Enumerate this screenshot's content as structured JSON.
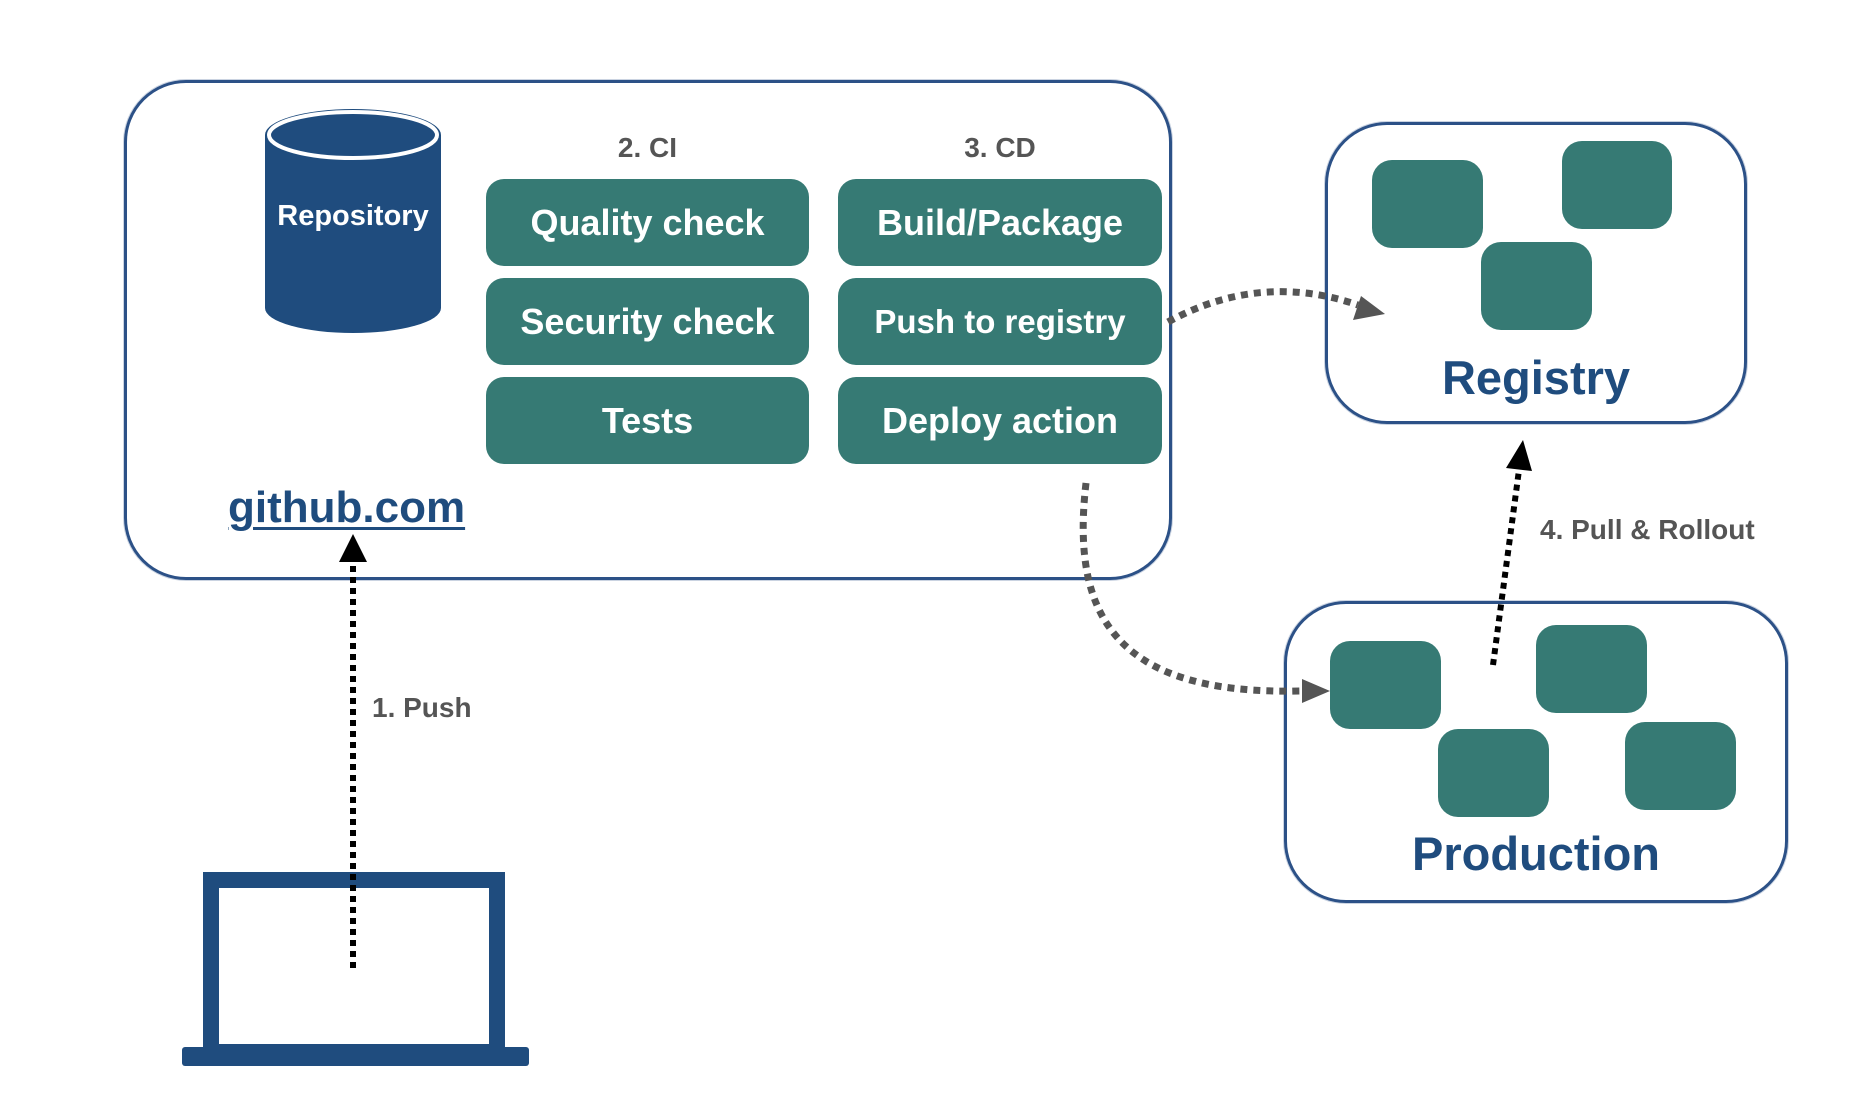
{
  "github": {
    "link_label": "github.com",
    "repository_label": "Repository",
    "ci": {
      "heading": "2. CI",
      "steps": [
        "Quality check",
        "Security check",
        "Tests"
      ]
    },
    "cd": {
      "heading": "3. CD",
      "steps": [
        "Build/Package",
        "Push to registry",
        "Deploy action"
      ]
    }
  },
  "registry": {
    "label": "Registry"
  },
  "production": {
    "label": "Production"
  },
  "edges": {
    "push": "1. Push",
    "pull_rollout": "4. Pull & Rollout"
  },
  "colors": {
    "primary_blue": "#1f4c7e",
    "teal": "#367a74",
    "arrow_black": "#000000",
    "arrow_gray": "#555555"
  },
  "icons": [
    "database-icon",
    "laptop-icon"
  ]
}
